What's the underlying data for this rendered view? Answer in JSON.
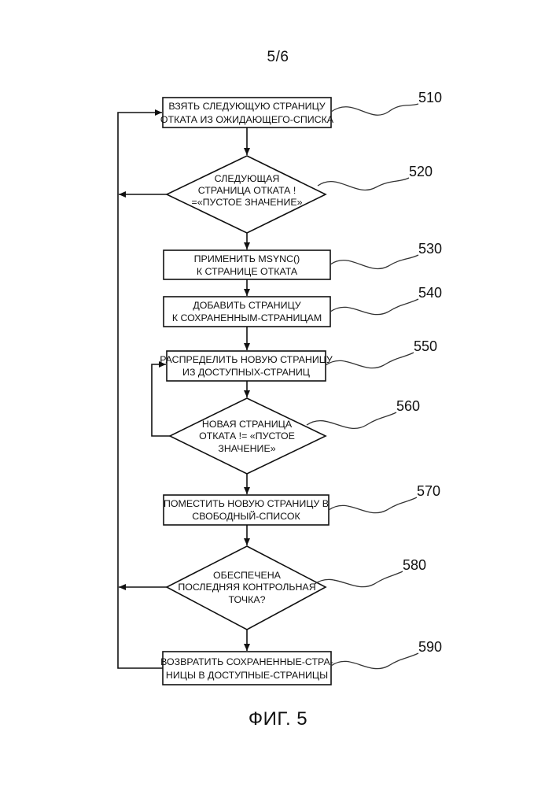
{
  "page_number": "5/6",
  "figure_caption": "ФИГ. 5",
  "steps": [
    {
      "ref": "510",
      "shape": "process",
      "lines": [
        "ВЗЯТЬ СЛЕДУЮЩУЮ СТРАНИЦУ",
        "ОТКАТА ИЗ ОЖИДАЮЩЕГО-СПИСКА"
      ]
    },
    {
      "ref": "520",
      "shape": "decision",
      "lines": [
        "СЛЕДУЮЩАЯ",
        "СТРАНИЦА ОТКАТА !",
        "=«ПУСТОЕ ЗНАЧЕНИЕ»"
      ]
    },
    {
      "ref": "530",
      "shape": "process",
      "lines": [
        "ПРИМЕНИТЬ MSYNC()",
        "К СТРАНИЦЕ ОТКАТА"
      ]
    },
    {
      "ref": "540",
      "shape": "process",
      "lines": [
        "ДОБАВИТЬ СТРАНИЦУ",
        "К СОХРАНЕННЫМ-СТРАНИЦАМ"
      ]
    },
    {
      "ref": "550",
      "shape": "process",
      "lines": [
        "РАСПРЕДЕЛИТЬ НОВУЮ СТРАНИЦУ",
        "ИЗ ДОСТУПНЫХ-СТРАНИЦ"
      ]
    },
    {
      "ref": "560",
      "shape": "decision",
      "lines": [
        "НОВАЯ СТРАНИЦА",
        "ОТКАТА != «ПУСТОЕ",
        "ЗНАЧЕНИЕ»"
      ]
    },
    {
      "ref": "570",
      "shape": "process",
      "lines": [
        "ПОМЕСТИТЬ НОВУЮ СТРАНИЦУ В",
        "СВОБОДНЫЙ-СПИСОК"
      ]
    },
    {
      "ref": "580",
      "shape": "decision",
      "lines": [
        "ОБЕСПЕЧЕНА",
        "ПОСЛЕДНЯЯ КОНТРОЛЬНАЯ",
        "ТОЧКА?"
      ]
    },
    {
      "ref": "590",
      "shape": "process",
      "lines": [
        "ВОЗВРАТИТЬ СОХРАНЕННЫЕ-СТРА-",
        "НИЦЫ В ДОСТУПНЫЕ-СТРАНИЦЫ"
      ]
    }
  ]
}
